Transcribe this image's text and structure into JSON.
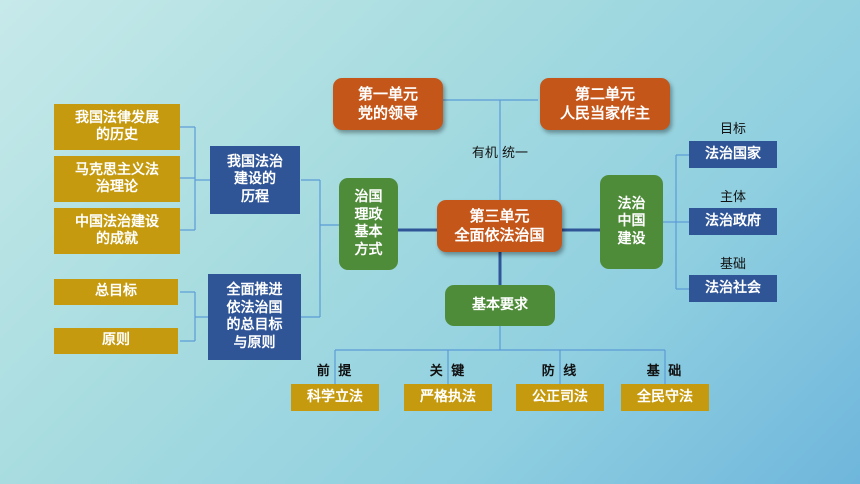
{
  "units": {
    "unit1": "第一单元\n党的领导",
    "unit2": "第二单元\n人民当家作主",
    "unit3": "第三单元\n全面依法治国",
    "link_label": "有机 统一"
  },
  "left": {
    "history_group": "我国法治\n建设的\n历程",
    "history_items": [
      "我国法律发展\n的历史",
      "马克思主义法\n治理论",
      "中国法治建设\n的成就"
    ],
    "goal_group": "全面推进\n依法治国\n的总目标\n与原则",
    "goal_items": [
      "总目标",
      "原则"
    ],
    "basic_method": "治国\n理政\n基本\n方式"
  },
  "right": {
    "construction": "法治\n中国\n建设",
    "items": [
      {
        "label": "目标",
        "value": "法治国家"
      },
      {
        "label": "主体",
        "value": "法治政府"
      },
      {
        "label": "基础",
        "value": "法治社会"
      }
    ]
  },
  "bottom": {
    "requirements": "基本要求",
    "items": [
      {
        "label": "前 提",
        "value": "科学立法"
      },
      {
        "label": "关 键",
        "value": "严格执法"
      },
      {
        "label": "防 线",
        "value": "公正司法"
      },
      {
        "label": "基 础",
        "value": "全民守法"
      }
    ]
  },
  "colors": {
    "gold": "#c59a0e",
    "blue": "#2f5597",
    "green": "#4f8c3a",
    "orange": "#c5561a",
    "line": "#5b9bd5"
  }
}
